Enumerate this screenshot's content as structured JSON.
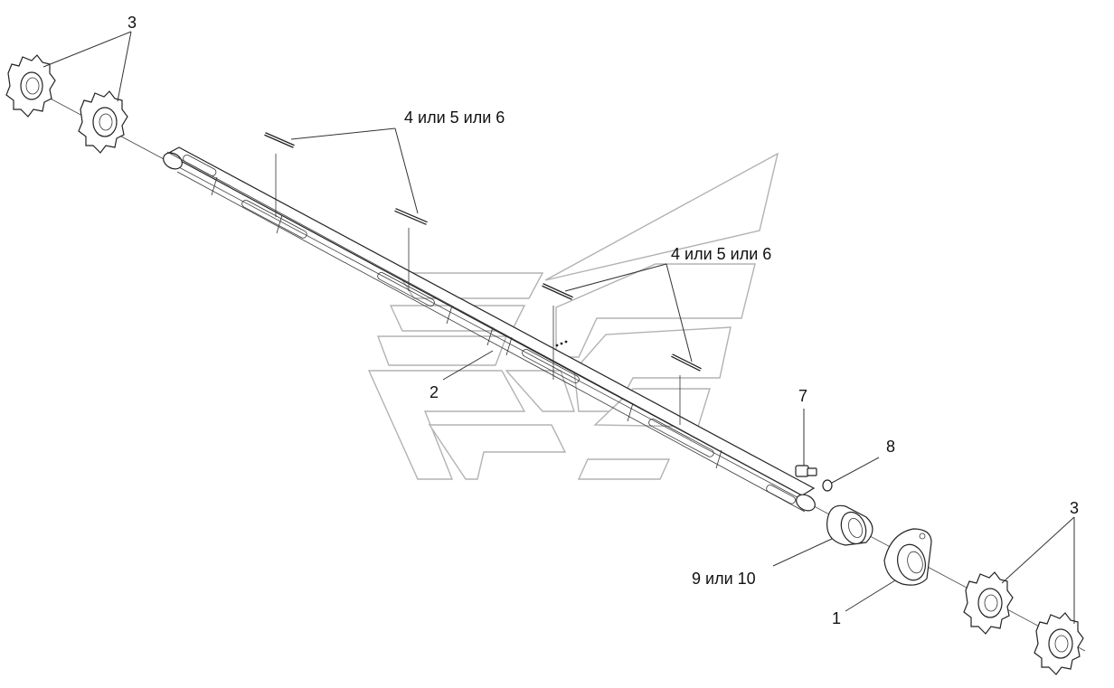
{
  "diagram": {
    "callouts": {
      "sprockets_top": "3",
      "pins_top": "4 или 5 или 6",
      "pins_mid": "4 или 5 или 6",
      "shaft": "2",
      "bolt": "7",
      "washer": "8",
      "bearing": "9 или 10",
      "housing": "1",
      "sprockets_bottom": "3"
    },
    "colors": {
      "line": "#222222",
      "watermark": "#999999"
    }
  }
}
